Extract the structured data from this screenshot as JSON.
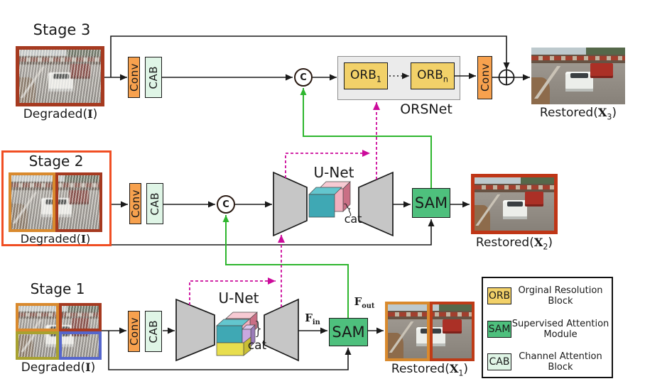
{
  "labels": {
    "conv": "Conv",
    "cab": "CAB",
    "sam": "SAM",
    "unet": "U-Net",
    "cat": "cat",
    "brace": "}",
    "concat": "C",
    "degraded_pre": "Degraded(",
    "degraded_arg": "I",
    "degraded_post": ")",
    "restored_pre": "Restored(",
    "restored_arg": "X",
    "restored_post": ")"
  },
  "stage3": {
    "title": "Stage 3",
    "orb_pre": "ORB",
    "orb1_sub": "1",
    "orbn_sub": "n",
    "orsnet": "ORSNet",
    "restored_sub": "3"
  },
  "stage2": {
    "title": "Stage 2",
    "restored_sub": "2"
  },
  "stage1": {
    "title": "Stage 1",
    "restored_sub": "1",
    "fin_pre": "F",
    "fin_sub": "in",
    "fout_pre": "F",
    "fout_sub": "out"
  },
  "legend": {
    "items": [
      {
        "chip": "ORB",
        "line1": "Orginal Resolution",
        "line2": "Block",
        "color": "#F2D169"
      },
      {
        "chip": "SAM",
        "line1": "Supervised Attention",
        "line2": "Module",
        "color": "#4EC07D"
      },
      {
        "chip": "CAB",
        "line1": "Channel Attention",
        "line2": "Block",
        "color": "#DFF5E6"
      }
    ]
  },
  "colors": {
    "line": "#1a1a1a",
    "csff_dashed_magenta": "#CC0B9B",
    "sam_feature_green": "#2EB62E",
    "conv_fill": "#F7A14E",
    "cab_fill": "#DFF5E6",
    "orb_fill": "#F2D169",
    "sam_fill": "#4EC07D",
    "orsnet_fill": "#EBEBEB",
    "trapezoid_fill": "#C6C6C6",
    "stage2_box_border": "#F04E23",
    "border_dark_red": "#A63A20",
    "border_orange": "#D98A2E",
    "border_olive": "#A8A230",
    "border_blue": "#5566CC",
    "restored_border_red": "#BF3617"
  }
}
